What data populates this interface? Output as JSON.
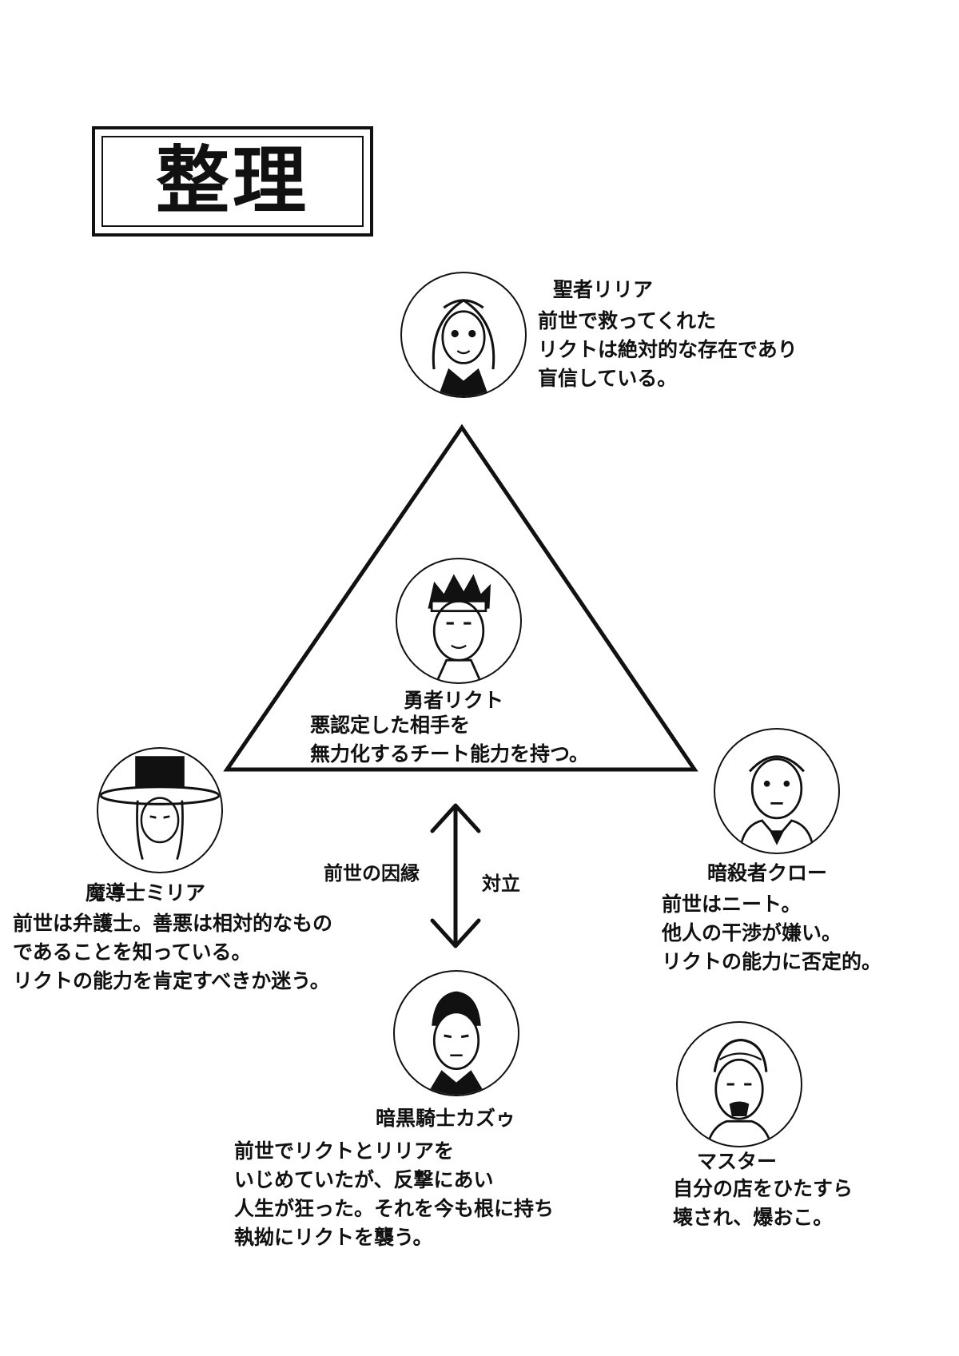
{
  "title": "整理",
  "characters": {
    "lilia": {
      "name": "聖者リリア",
      "lines": [
        "前世で救ってくれた",
        "リクトは絶対的な存在であり",
        "盲信している。"
      ]
    },
    "rikuto": {
      "name": "勇者リクト",
      "lines": [
        "悪認定した相手を",
        "無力化するチート能力を持つ。"
      ]
    },
    "miria": {
      "name": "魔導士ミリア",
      "lines": [
        "前世は弁護士。善悪は相対的なもの",
        "であることを知っている。",
        "リクトの能力を肯定すべきか迷う。"
      ]
    },
    "kuro": {
      "name": "暗殺者クロー",
      "lines": [
        "前世はニート。",
        "他人の干渉が嫌い。",
        "リクトの能力に否定的。"
      ]
    },
    "kazu": {
      "name": "暗黒騎士カズゥ",
      "lines": [
        "前世でリクトとリリアを",
        "いじめていたが、反撃にあい",
        "人生が狂った。それを今も根に持ち",
        "執拗にリクトを襲う。"
      ]
    },
    "master": {
      "name": "マスター",
      "lines": [
        "自分の店をひたすら",
        "壊され、爆おこ。"
      ]
    }
  },
  "relations": {
    "left_label": "前世の因縁",
    "right_label": "対立"
  }
}
